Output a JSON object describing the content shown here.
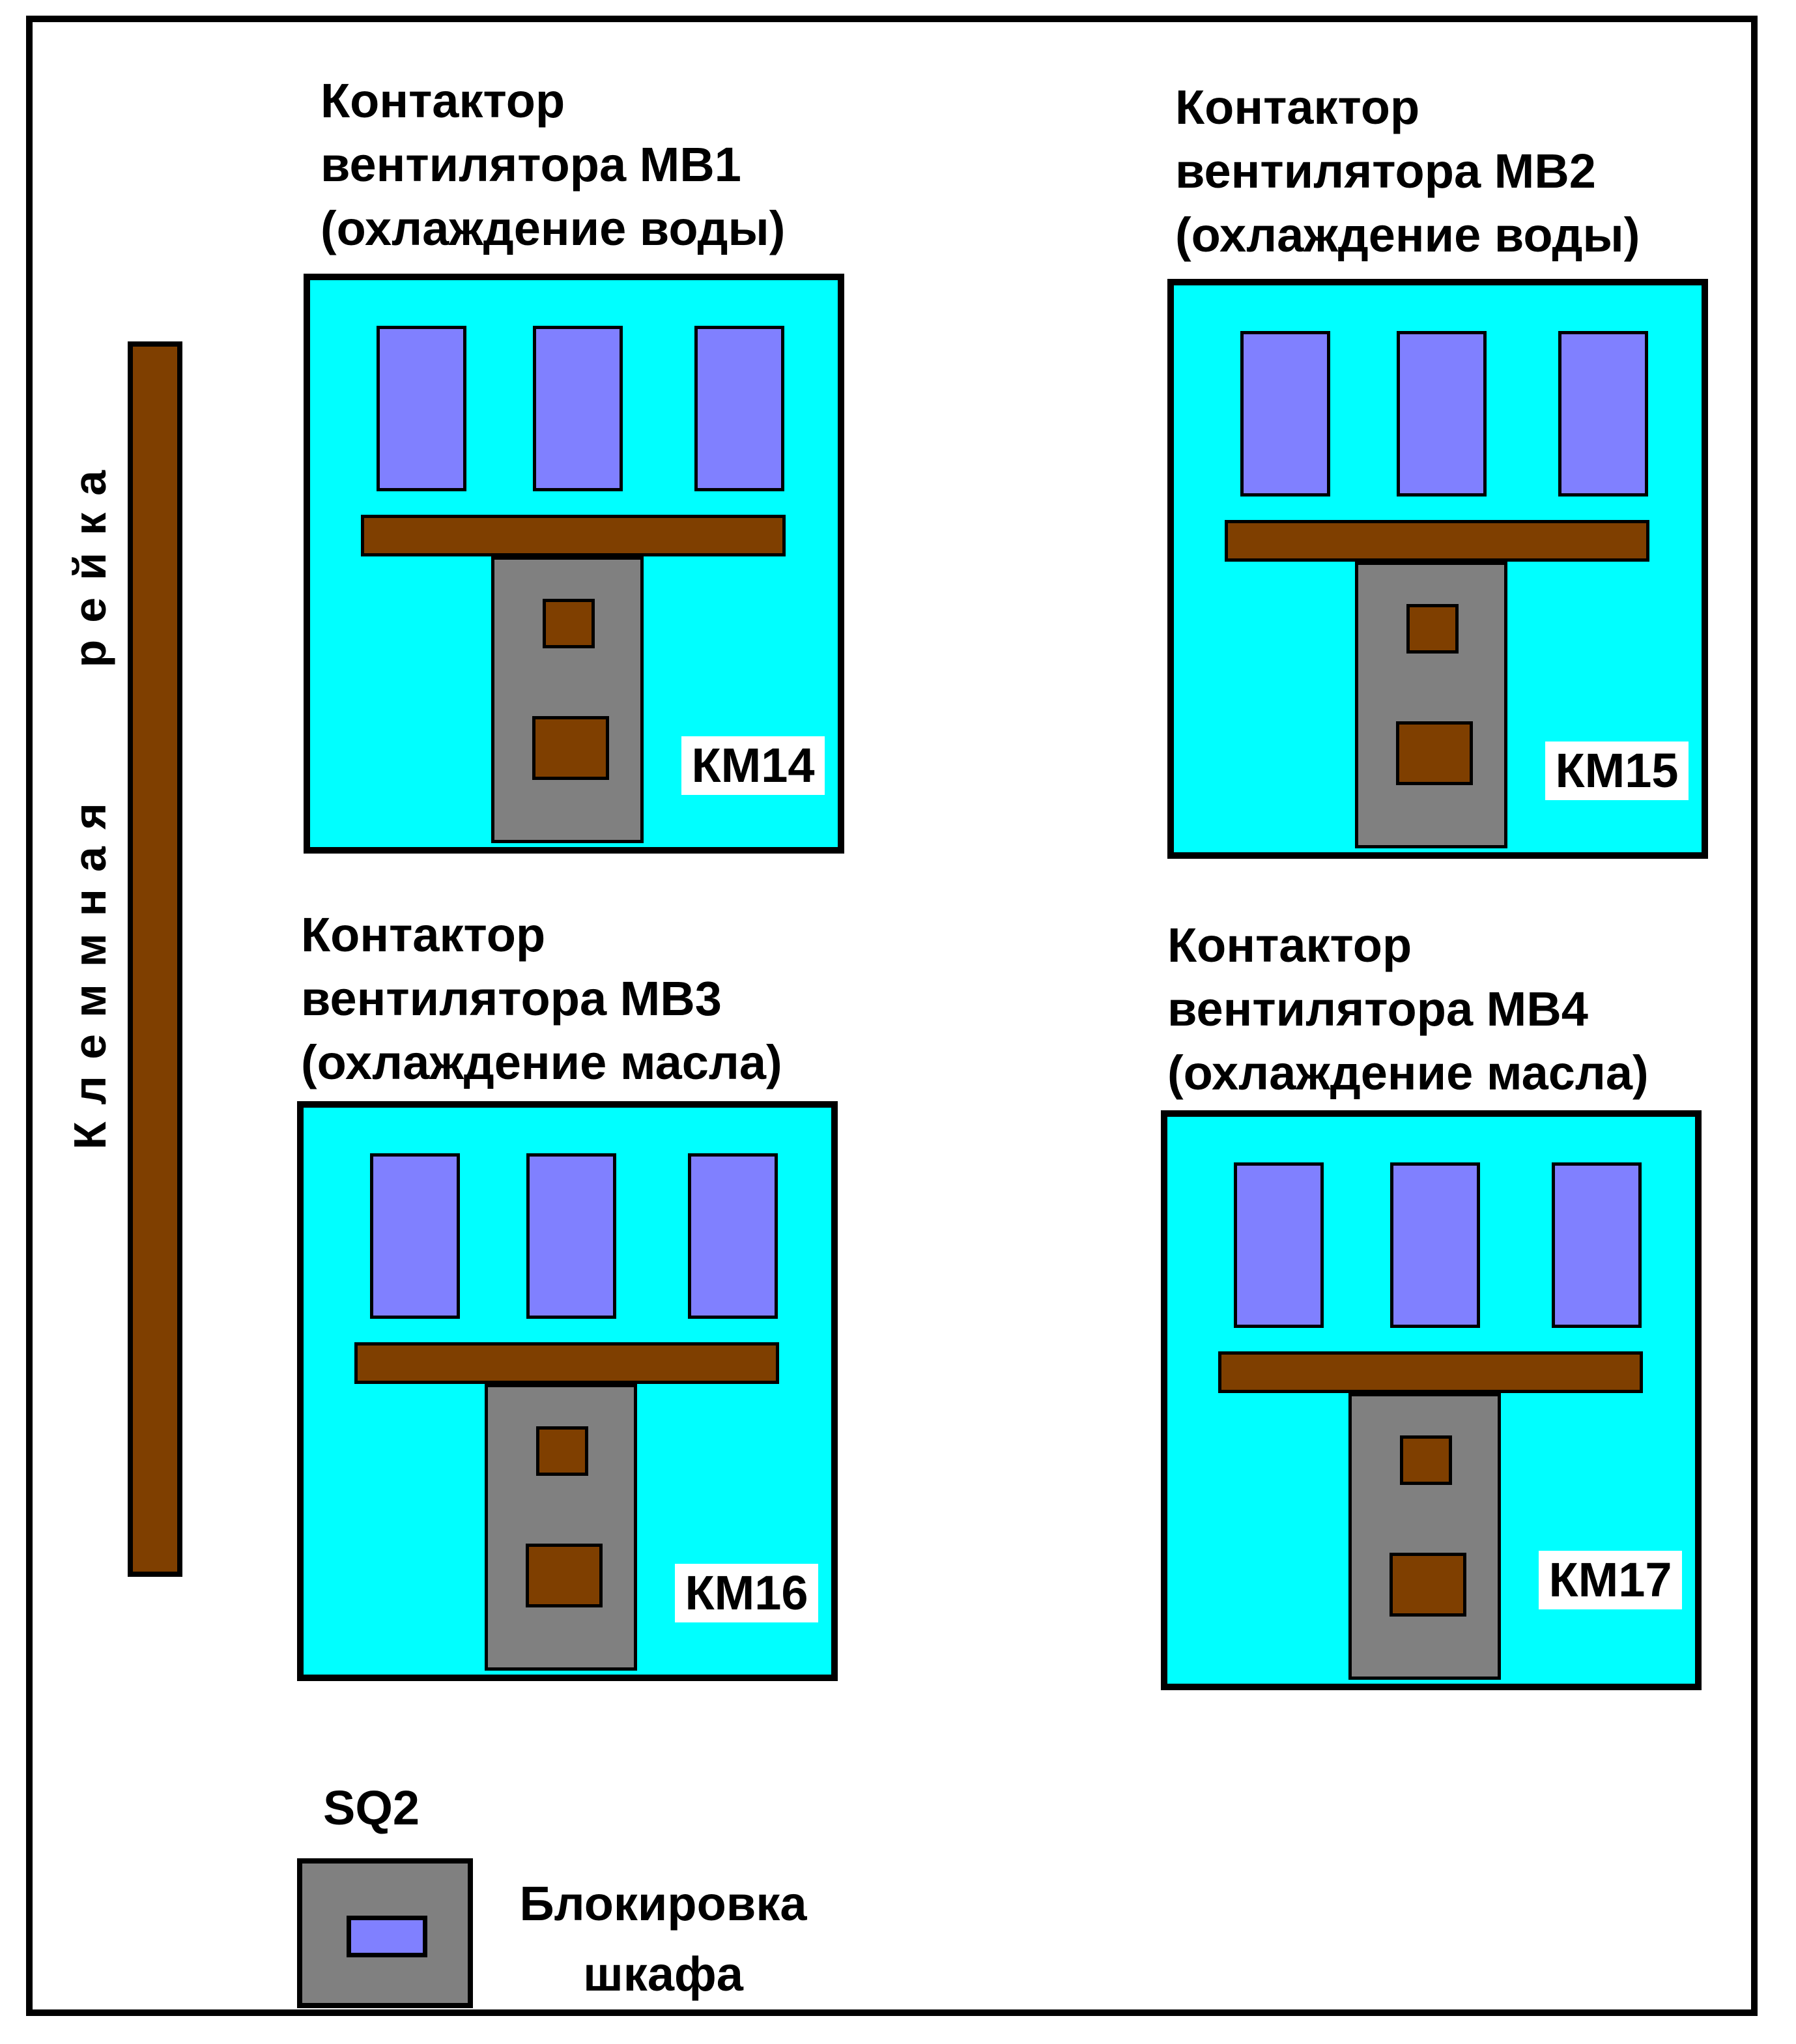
{
  "rail": {
    "label": "Клеммная    рейка"
  },
  "contactors": [
    {
      "title_lines": [
        "Контактор",
        "вентилятора МВ1",
        "(охлаждение воды)"
      ],
      "id": "КМ14"
    },
    {
      "title_lines": [
        "Контактор",
        "вентилятора МВ2",
        "(охлаждение воды)"
      ],
      "id": "КМ15"
    },
    {
      "title_lines": [
        "Контактор",
        "вентилятора МВ3",
        "(охлаждение масла)"
      ],
      "id": "КМ16"
    },
    {
      "title_lines": [
        "Контактор",
        "вентилятора МВ4",
        "(охлаждение масла)"
      ],
      "id": "КМ17"
    }
  ],
  "switch": {
    "id": "SQ2",
    "label_lines": [
      "Блокировка",
      "шкафа"
    ]
  },
  "colors": {
    "terminal": "#8080ff",
    "housing": "#00ffff",
    "bar": "#7f3f00",
    "body": "#808080"
  }
}
